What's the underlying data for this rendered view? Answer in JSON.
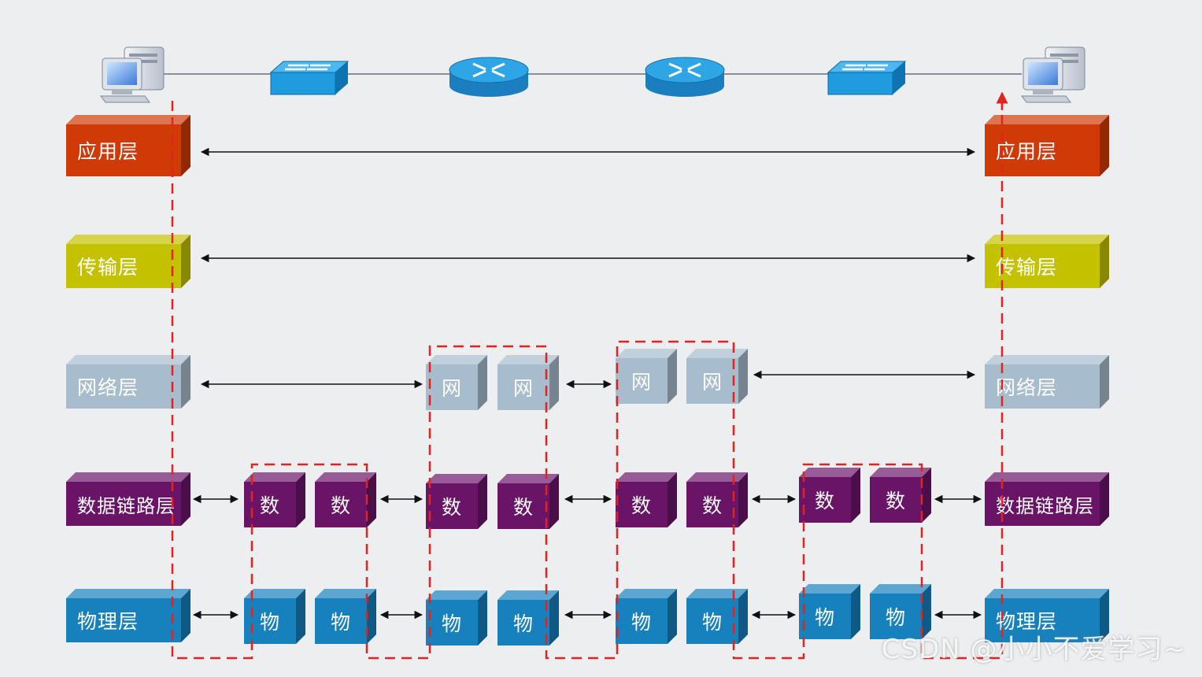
{
  "colors": {
    "app": "#d03a07",
    "transport": "#c4c100",
    "network": "#a7bccc",
    "datalink": "#6a1467",
    "physical": "#1681bd",
    "path": "#e3231f",
    "switch": "#1f9be0",
    "router": "#2391cf"
  },
  "layers": {
    "left": {
      "app": "应用层",
      "transport": "传输层",
      "network": "网络层",
      "datalink": "数据链路层",
      "physical": "物理层"
    },
    "right": {
      "app": "应用层",
      "transport": "传输层",
      "network": "网络层",
      "datalink": "数据链路层",
      "physical": "物理层"
    }
  },
  "short": {
    "network": "网",
    "datalink": "数",
    "physical": "物"
  },
  "topology": [
    "computer-icon",
    "switch-icon",
    "router-icon",
    "router-icon",
    "switch-icon",
    "computer-icon"
  ],
  "watermark": "CSDN @小小不爱学习~"
}
